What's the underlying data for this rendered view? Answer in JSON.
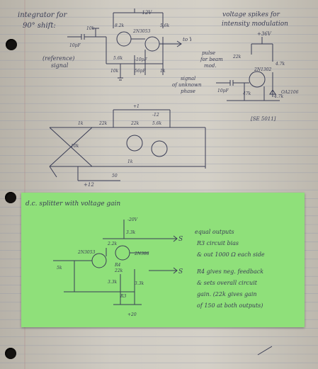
{
  "top_left": {
    "title": "integrator for",
    "title2": "90° shift:",
    "ref_label": "(reference)",
    "ref_label2": "signal",
    "supply": "-12V",
    "parts": [
      "10k",
      "10pF",
      "8.2k",
      "5.6k",
      "2N3053",
      "5.6k",
      "-10pF",
      "10k",
      "56pF",
      "1k"
    ],
    "output": "to Y"
  },
  "top_right": {
    "title": "voltage spikes for",
    "title2": "intensity modulation",
    "supply": "+36V",
    "pulse_label": "pulse",
    "pulse_label2": "for beam",
    "pulse_label3": "mod.",
    "sig_label": "signal",
    "sig_label2": "of unknown",
    "sig_label3": "phase",
    "parts": [
      "22k",
      "4.7k",
      "2N1302",
      "10pF",
      "4.7k",
      "47k",
      "OA2106"
    ],
    "scribble": "[SE 5011]"
  },
  "middle": {
    "parts": [
      "1k",
      "22k",
      "22k",
      "10k",
      "5.6k",
      "+1",
      "-12",
      "1k",
      "50"
    ],
    "footer": "+12"
  },
  "note": {
    "title": "d.c. splitter with voltage gain",
    "supply_top": "-20V",
    "supply_bottom": "+20",
    "out1": "S",
    "out2": "S",
    "parts": [
      "3.3k",
      "2.2k",
      "R3",
      "2N3053",
      "2N388",
      "R4",
      "22k",
      "3.3k",
      "3.3k",
      "5k"
    ],
    "lines": [
      "equal outputs",
      "R3 circuit bias",
      "& out 1000 Ω each side",
      "R4 gives neg. feedback",
      "& sets overall circuit",
      "gain. (22k gives gain",
      "of 150 at both outputs)"
    ]
  },
  "colors": {
    "ink": "#3a3d55",
    "note_bg": "#8fe07a",
    "paper": "#d0ccc3",
    "rule": "#8d93a8",
    "margin": "#b08a8a"
  }
}
